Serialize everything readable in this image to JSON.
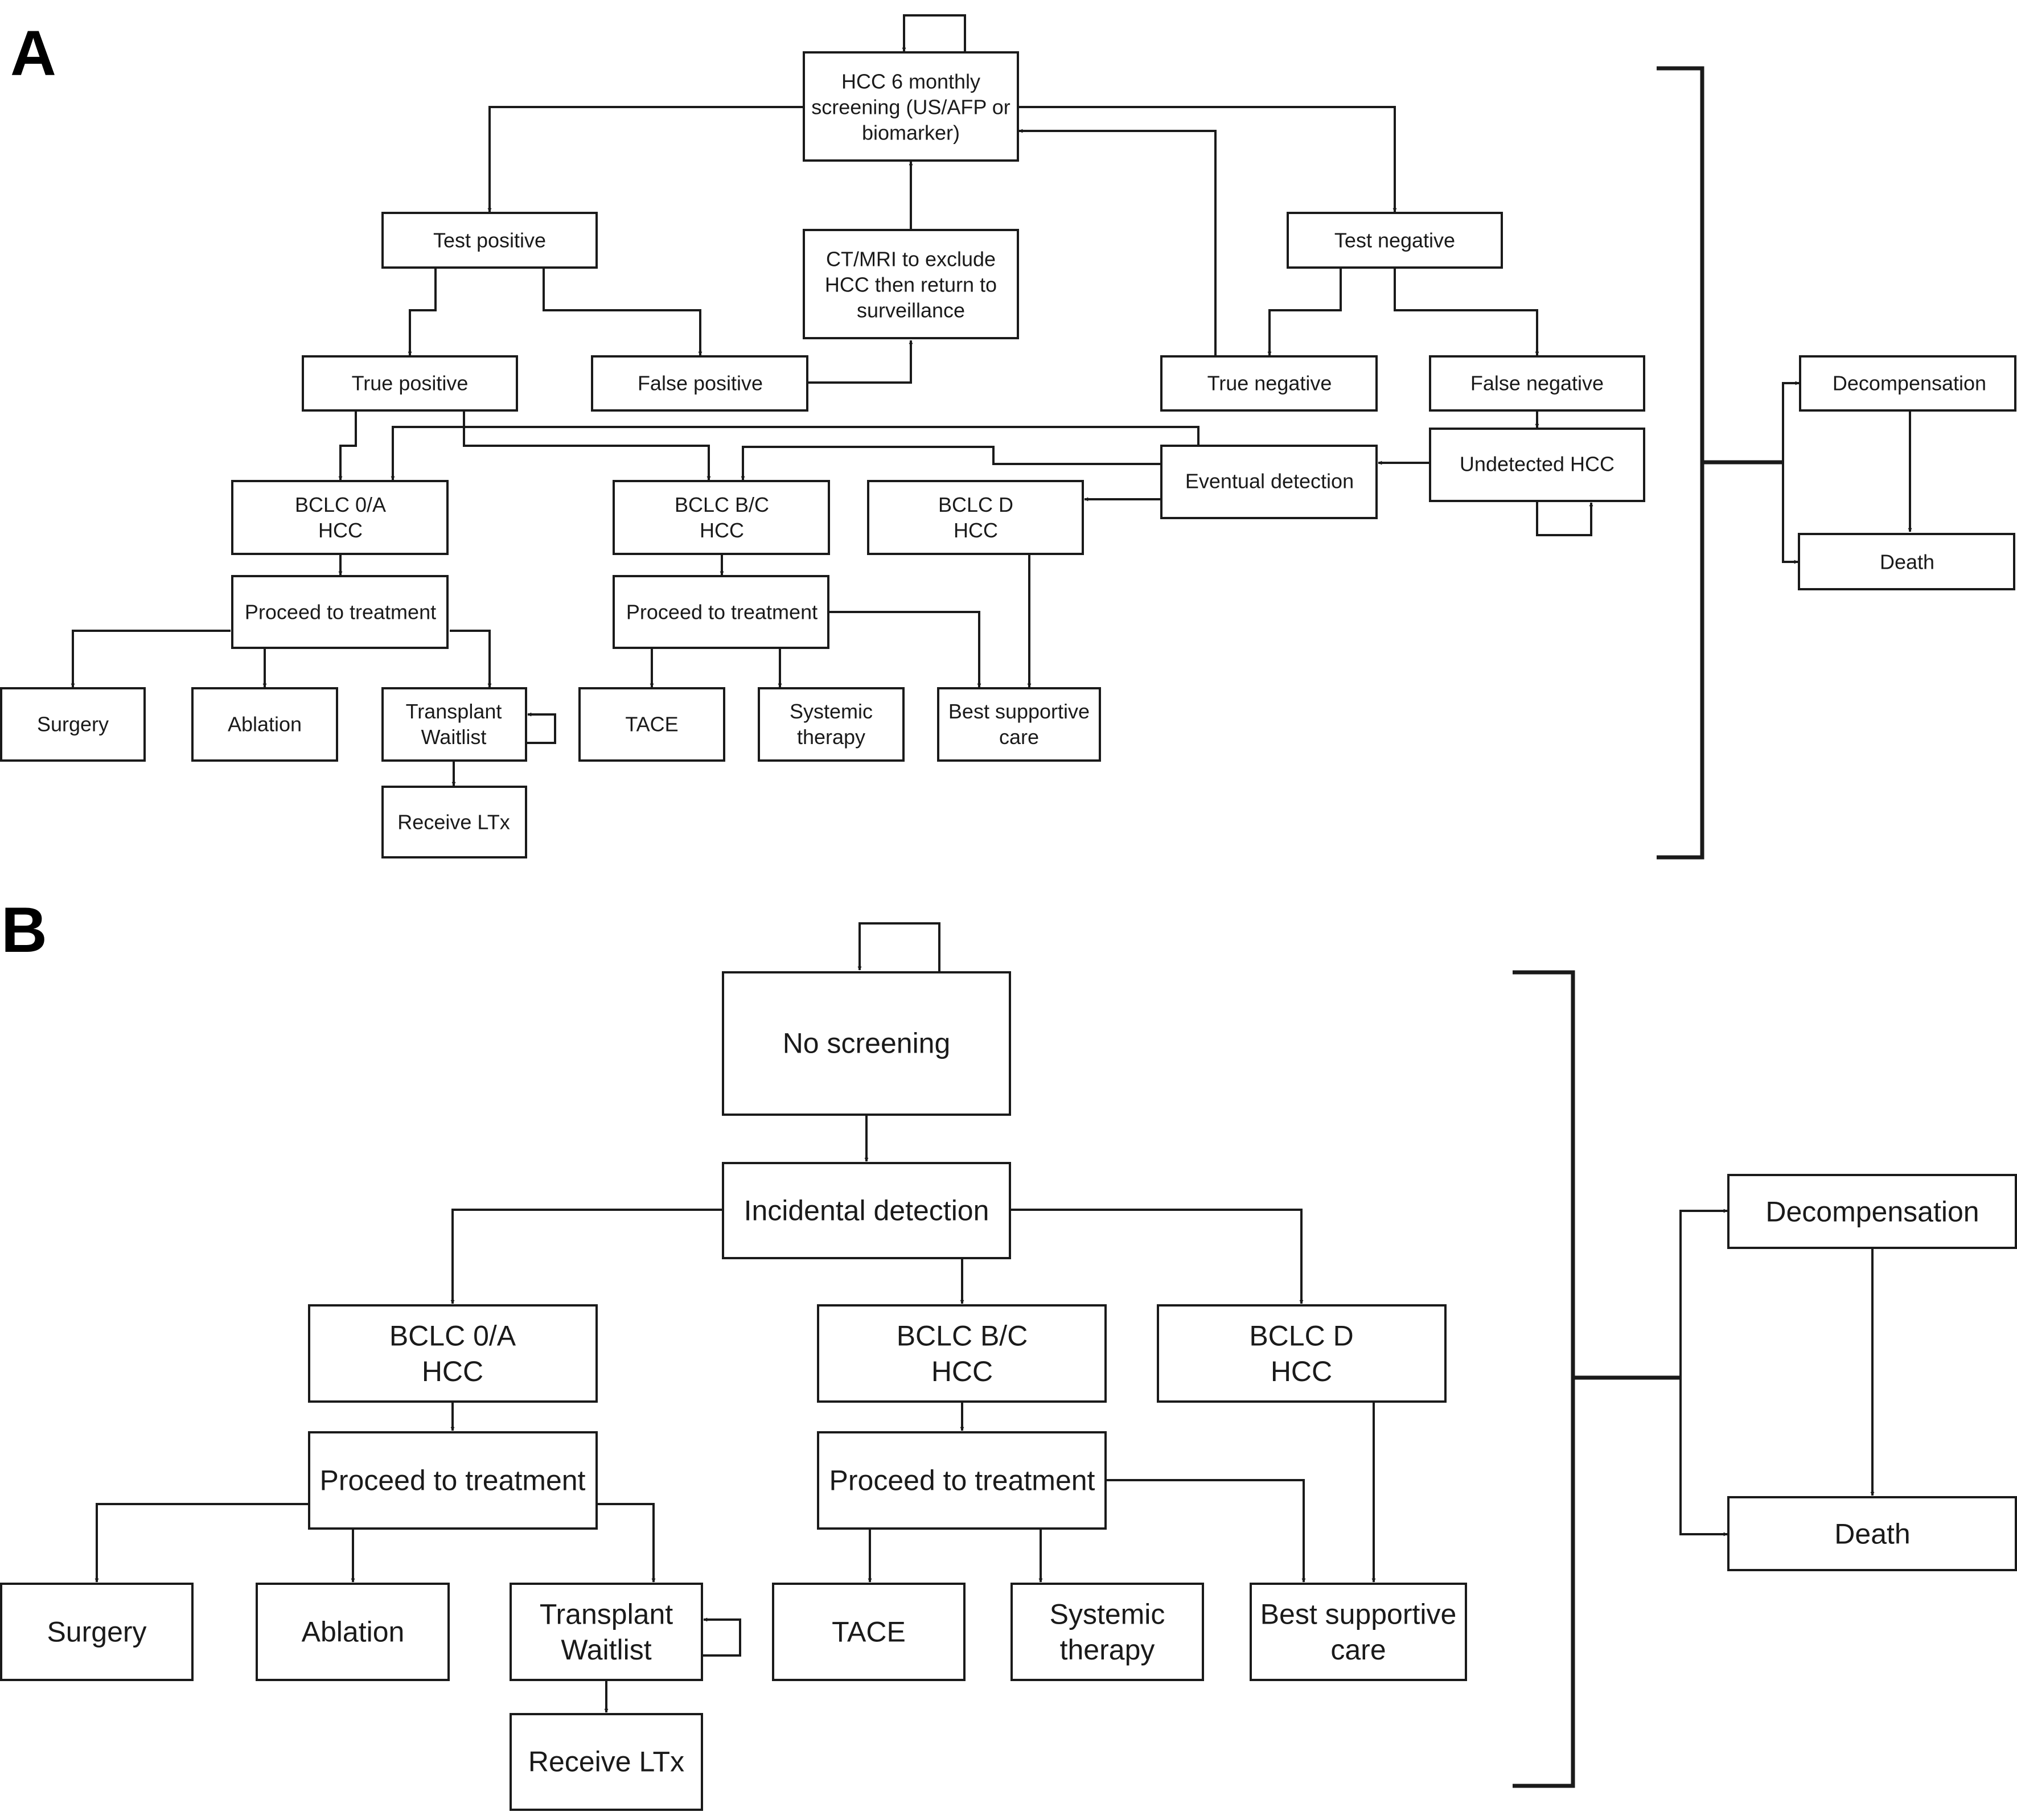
{
  "panel_a": {
    "label": "A",
    "nodes": {
      "screening": [
        "HCC 6 monthly",
        "screening (US/AFP or",
        "biomarker)"
      ],
      "test_positive": [
        "Test positive"
      ],
      "test_negative": [
        "Test negative"
      ],
      "ct_mri": [
        "CT/MRI to exclude",
        "HCC then return to",
        "surveillance"
      ],
      "true_positive": [
        "True positive"
      ],
      "false_positive": [
        "False positive"
      ],
      "true_negative": [
        "True negative"
      ],
      "false_negative": [
        "False negative"
      ],
      "undetected_hcc": [
        "Undetected HCC"
      ],
      "eventual_detection": [
        "Eventual detection"
      ],
      "bclc_0a": [
        "BCLC 0/A",
        "HCC"
      ],
      "bclc_bc": [
        "BCLC B/C",
        "HCC"
      ],
      "bclc_d": [
        "BCLC D",
        "HCC"
      ],
      "proceed_1": [
        "Proceed to treatment"
      ],
      "proceed_2": [
        "Proceed to treatment"
      ],
      "surgery": [
        "Surgery"
      ],
      "ablation": [
        "Ablation"
      ],
      "transplant": [
        "Transplant",
        "Waitlist"
      ],
      "receive_ltx": [
        "Receive LTx"
      ],
      "tace": [
        "TACE"
      ],
      "systemic": [
        "Systemic",
        "therapy"
      ],
      "bsc": [
        "Best supportive",
        "care"
      ],
      "decompensation": [
        "Decompensation"
      ],
      "death": [
        "Death"
      ]
    }
  },
  "panel_b": {
    "label": "B",
    "nodes": {
      "no_screening": [
        "No screening"
      ],
      "incidental": [
        "Incidental detection"
      ],
      "bclc_0a": [
        "BCLC 0/A",
        "HCC"
      ],
      "bclc_bc": [
        "BCLC B/C",
        "HCC"
      ],
      "bclc_d": [
        "BCLC D",
        "HCC"
      ],
      "proceed_1": [
        "Proceed to treatment"
      ],
      "proceed_2": [
        "Proceed to treatment"
      ],
      "surgery": [
        "Surgery"
      ],
      "ablation": [
        "Ablation"
      ],
      "transplant": [
        "Transplant",
        "Waitlist"
      ],
      "receive_ltx": [
        "Receive LTx"
      ],
      "tace": [
        "TACE"
      ],
      "systemic": [
        "Systemic",
        "therapy"
      ],
      "bsc": [
        "Best supportive",
        "care"
      ],
      "decompensation": [
        "Decompensation"
      ],
      "death": [
        "Death"
      ]
    }
  },
  "colors": {
    "stroke": "#1a1a1a",
    "background": "#ffffff"
  }
}
